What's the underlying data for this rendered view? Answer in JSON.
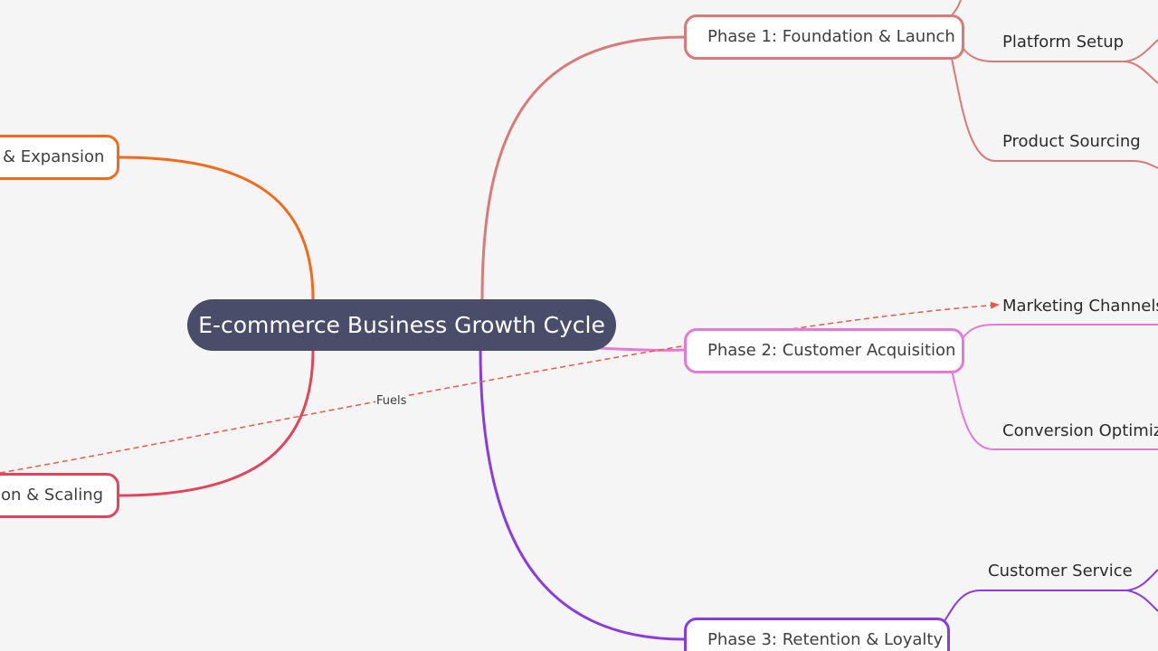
{
  "root": {
    "title": "E-commerce Business Growth Cycle"
  },
  "phases": {
    "foundation": {
      "label": "Phase 1: Foundation & Launch",
      "color": "#d97a7a"
    },
    "acquisition": {
      "label": "Phase 2: Customer Acquisition",
      "color": "#e57ad6"
    },
    "retention": {
      "label": "Phase 3: Retention & Loyalty",
      "color": "#8a3be0"
    },
    "scaling": {
      "label": "on & Scaling",
      "color": "#e0455b"
    },
    "expansion": {
      "label": "& Expansion",
      "color": "#f46a1b"
    }
  },
  "topics": {
    "platform_setup": "Platform Setup",
    "product_sourcing": "Product Sourcing",
    "marketing_channels": "Marketing Channels",
    "conversion_optimization": "Conversion Optimiza",
    "customer_service": "Customer Service"
  },
  "relationship": {
    "label": "Fuels",
    "color": "#e8594a"
  }
}
